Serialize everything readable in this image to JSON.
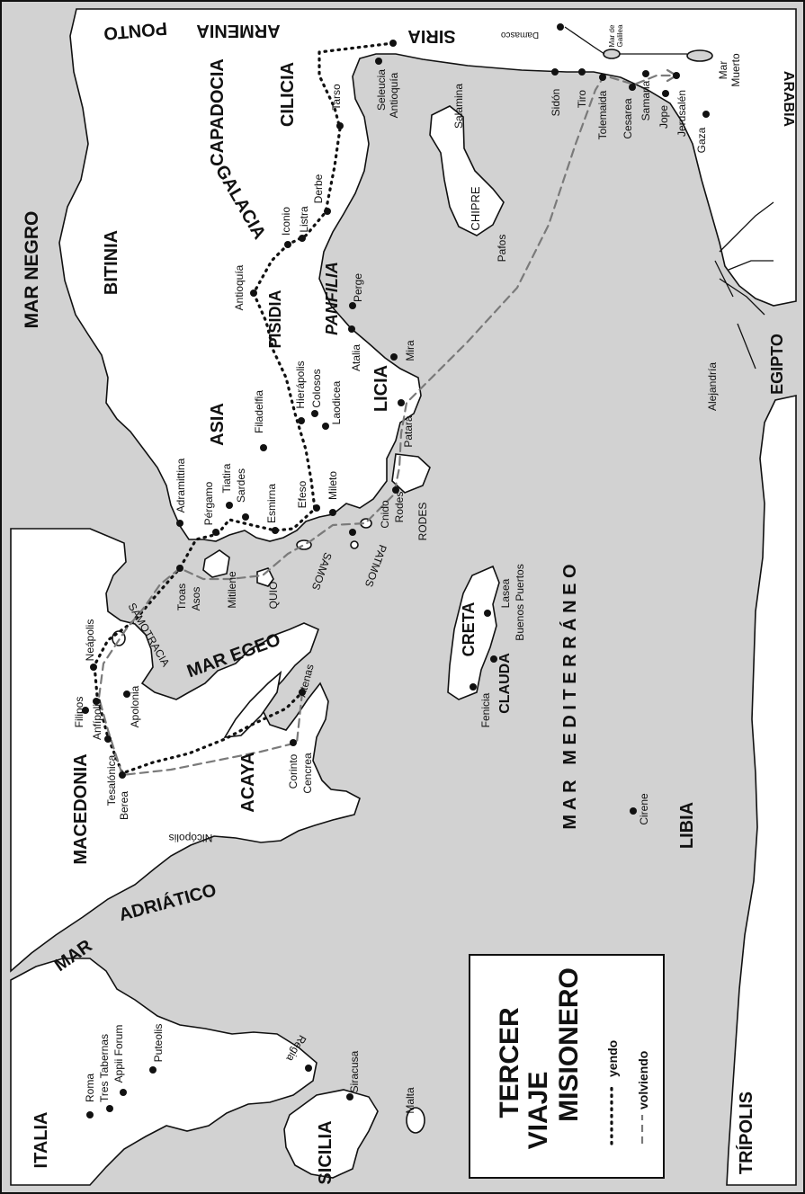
{
  "colors": {
    "sea": "#d2d2d2",
    "land": "#ffffff",
    "ink": "#111111",
    "route_outbound": "#111111",
    "route_return": "#7a7a7a"
  },
  "legend": {
    "title_lines": [
      "TERCER",
      "VIAJE",
      "MISIONERO"
    ],
    "outbound_label": "yendo",
    "return_label": "volviendo"
  },
  "labels": {
    "armenia": "ARMENIA",
    "ponto": "PONTO",
    "siria": "SIRIA",
    "arabia": "ARABIA",
    "capadocia": "CAPADOCIA",
    "cilicia": "CILICIA",
    "galacia": "GALACIA",
    "mar_negro": "MAR NEGRO",
    "bitinia": "BITINIA",
    "pisidia": "PISIDIA",
    "panfilia": "PANFILIA",
    "licia": "LICIA",
    "asia": "ASIA",
    "egipto": "EGIPTO",
    "chipre": "CHIPRE",
    "mar_mediterraneo": "M A R   M E D I T E R R Á N E O",
    "mar_egeo": "MAR EGEO",
    "macedonia": "MACEDONIA",
    "acaya": "ACAYA",
    "creta": "CRETA",
    "clauda": "CLAUDA",
    "libia": "LIBIA",
    "mar_adriatico_1": "MAR",
    "mar_adriatico_2": "ADRIÁTICO",
    "italia": "ITALIA",
    "sicilia": "SICILIA",
    "tripolis": "TRÍPOLIS",
    "samotracia": "SAMOTRACIA",
    "quio": "QUIO",
    "samos": "SAMOS",
    "patmos": "PATMOS",
    "rodes": "RODES",
    "mar_de_galilea_1": "Mar de",
    "mar_de_galilea_2": "Galilea",
    "mar_muerto_1": "Mar",
    "mar_muerto_2": "Muerto"
  },
  "cities": {
    "damasco": "Damasco",
    "seleucia": "Seleucia",
    "antioquia_siria": "Antioquía",
    "tarso": "Tarso",
    "salamina": "Salamina",
    "sidon": "Sidón",
    "tiro": "Tiro",
    "tolemaida": "Tolemaida",
    "cesarea": "Cesarea",
    "samaria": "Samaria",
    "jope": "Jope",
    "jerusalen": "Jerusalén",
    "gaza": "Gaza",
    "iconio": "Iconio",
    "listra": "Listra",
    "derbe": "Derbe",
    "antioquia_pisidia": "Antioquía",
    "perge": "Perge",
    "pafos": "Pafos",
    "atalia": "Atalia",
    "mira": "Mira",
    "hierapolis": "Hierápolis",
    "colosos": "Colosos",
    "laodicea": "Laodicea",
    "filadelfia": "Filadelfia",
    "patara": "Patara",
    "alejandria": "Alejandría",
    "adramittina": "Adramittina",
    "pergamo": "Pérgamo",
    "tiatira": "Tiatira",
    "sardes": "Sardes",
    "esmirna": "Esmirna",
    "efeso": "Efeso",
    "mileto": "Mileto",
    "cnido": "Cnido",
    "rodes_city": "Rodes",
    "troas": "Troas",
    "asos": "Asos",
    "mitilene": "Mitilene",
    "lasea": "Lasea",
    "buenos_puertos": "Buenos Puertos",
    "neapolis": "Neápolis",
    "filipos": "Filipos",
    "anfipolis": "Anfípolis",
    "apolonia": "Apolonia",
    "tesalonica": "Tesalónica",
    "berea": "Berea",
    "atenas": "Atenas",
    "corinto": "Corinto",
    "cencrea": "Cencrea",
    "fenicia": "Fenicia",
    "nicopolis": "Nicópolis",
    "cirene": "Cirene",
    "roma": "Roma",
    "tres_tabernas": "Tres Tabernas",
    "appii_forum": "Appii Forum",
    "puteolis": "Puteolis",
    "regia": "Regia",
    "siracusa": "Siracusa",
    "malta": "Malta"
  }
}
